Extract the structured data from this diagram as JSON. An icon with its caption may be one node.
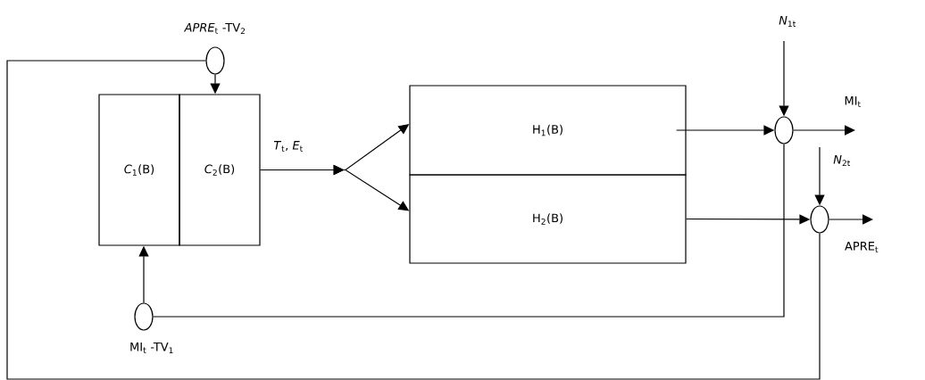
{
  "diagram": {
    "nodes": [
      {
        "text": [
          "*C*$_{1}$(B)"
        ]
      },
      {
        "text": [
          "*C*$_{2}$(B)"
        ]
      },
      {
        "text": [
          "H$_{1}$(B)"
        ]
      },
      {
        "text": [
          "H$_{2}$(B)"
        ]
      },
      {
        "text": [
          "*APRE*$_{t}$ -TV$_{2}$"
        ]
      },
      {
        "text": [
          "MI$_{t}$ -TV$_{1}$"
        ]
      },
      {
        "text": [],
        "shape": "circle"
      },
      {
        "text": [],
        "shape": "circle"
      }
    ],
    "edges": [
      {
        "from": 4,
        "to": 1,
        "arrow": "to"
      },
      {
        "from": 5,
        "to": 0,
        "arrow": "to"
      },
      {
        "from": 1,
        "to": 2,
        "arrow": "to",
        "label": "*T*$_{t}$, *E*$_{t}$"
      },
      {
        "from": 1,
        "to": 3,
        "arrow": "to"
      },
      {
        "from": 2,
        "to": 6,
        "arrow": "to"
      },
      {
        "from": null,
        "to": 6,
        "arrow": "to",
        "label": "*N*$_{1t}$"
      },
      {
        "from": 6,
        "to": null,
        "arrow": "to",
        "label": "MI$_{t}$"
      },
      {
        "from": 3,
        "to": 7,
        "arrow": "to"
      },
      {
        "from": null,
        "to": 7,
        "arrow": "to",
        "label": "*N*$_{2t}$"
      },
      {
        "from": 7,
        "to": null,
        "arrow": "to",
        "label": "APRE$_{t}$"
      },
      {
        "from": 6,
        "to": 5,
        "arrow": "none"
      },
      {
        "from": 7,
        "to": 4,
        "arrow": "none"
      }
    ]
  }
}
